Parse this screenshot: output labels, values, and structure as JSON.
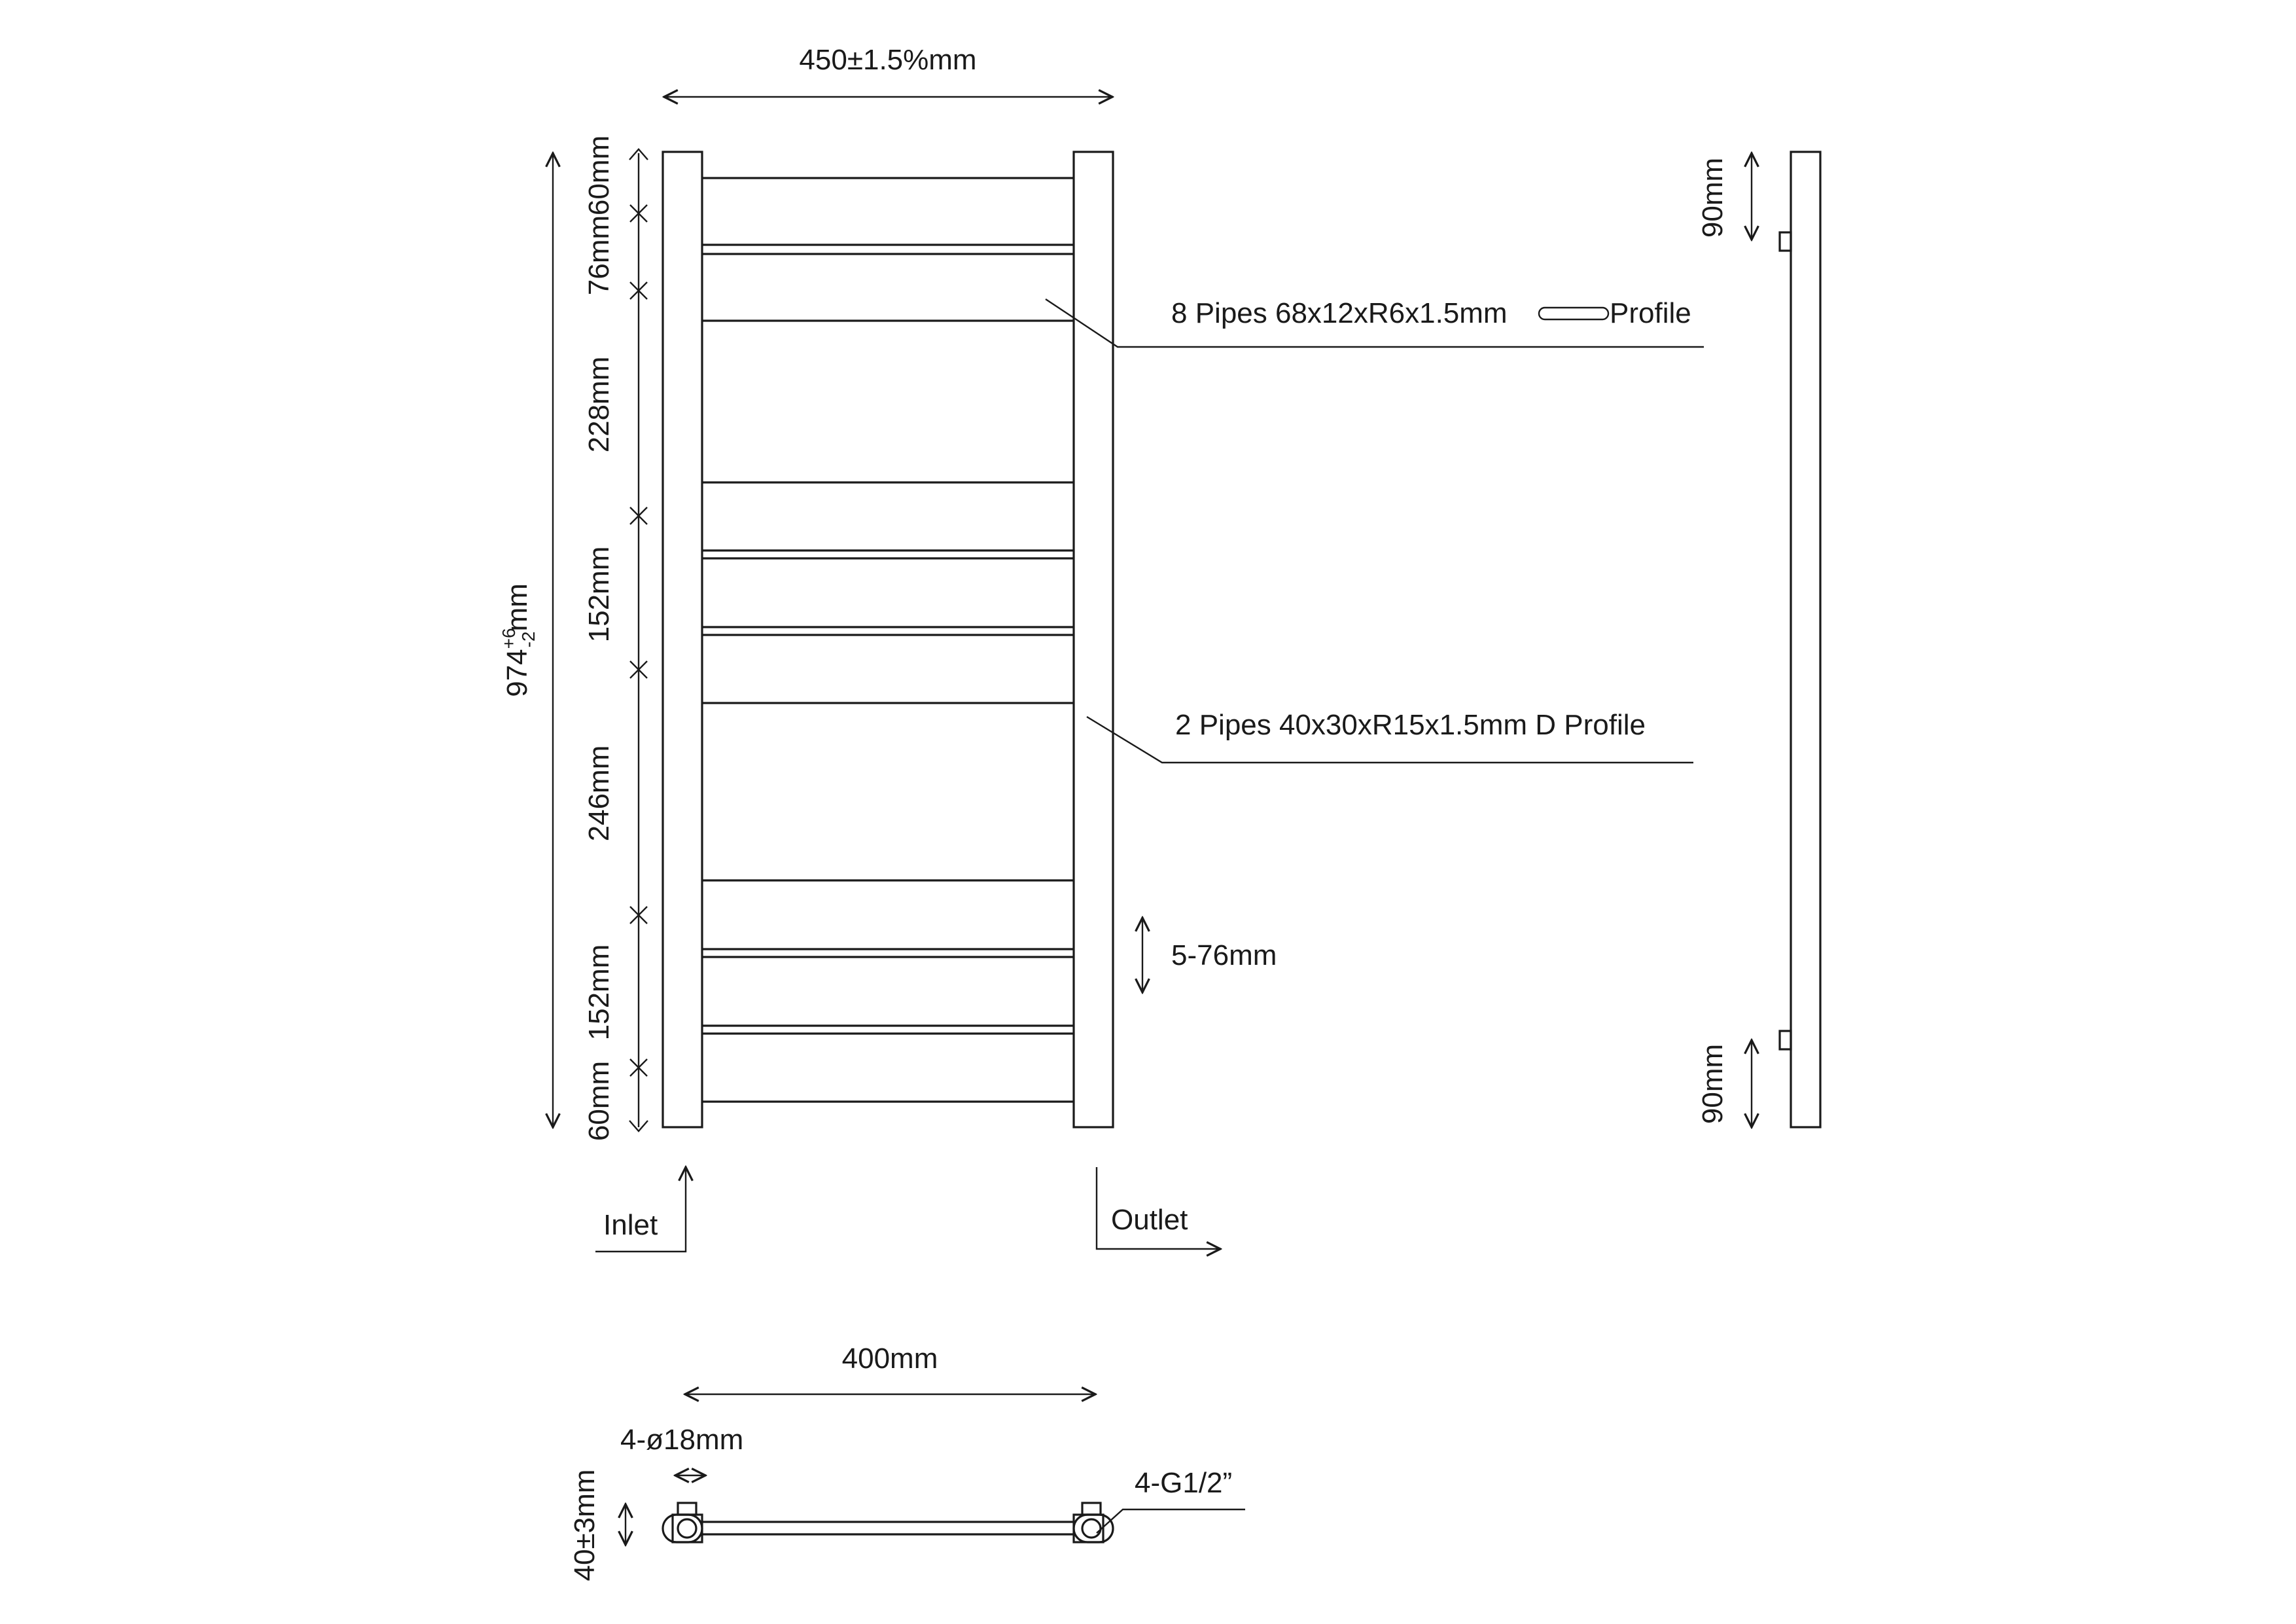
{
  "front_view": {
    "overall_width": "450±1.5%mm",
    "overall_height_main": "974",
    "overall_height_tolerance_plus": "+6",
    "overall_height_tolerance_minus": "-2",
    "overall_height_unit": "mm",
    "segments": [
      "60mm",
      "76mm",
      "228mm",
      "152mm",
      "246mm",
      "152mm",
      "60mm"
    ],
    "pipe_gap": "5-76mm",
    "callout_flat_pipes_text": "8 Pipes 68x12xR6x1.5mm",
    "callout_flat_pipes_suffix": "Profile",
    "callout_d_pipes": "2 Pipes 40x30xR15x1.5mm D Profile",
    "inlet": "Inlet",
    "outlet": "Outlet"
  },
  "side_view": {
    "top_offset": "90mm",
    "bottom_offset": "90mm"
  },
  "bottom_view": {
    "centers": "400mm",
    "hole_diameter": "4-ø18mm",
    "thread": "4-G1/2”",
    "depth": "40±3mm"
  }
}
